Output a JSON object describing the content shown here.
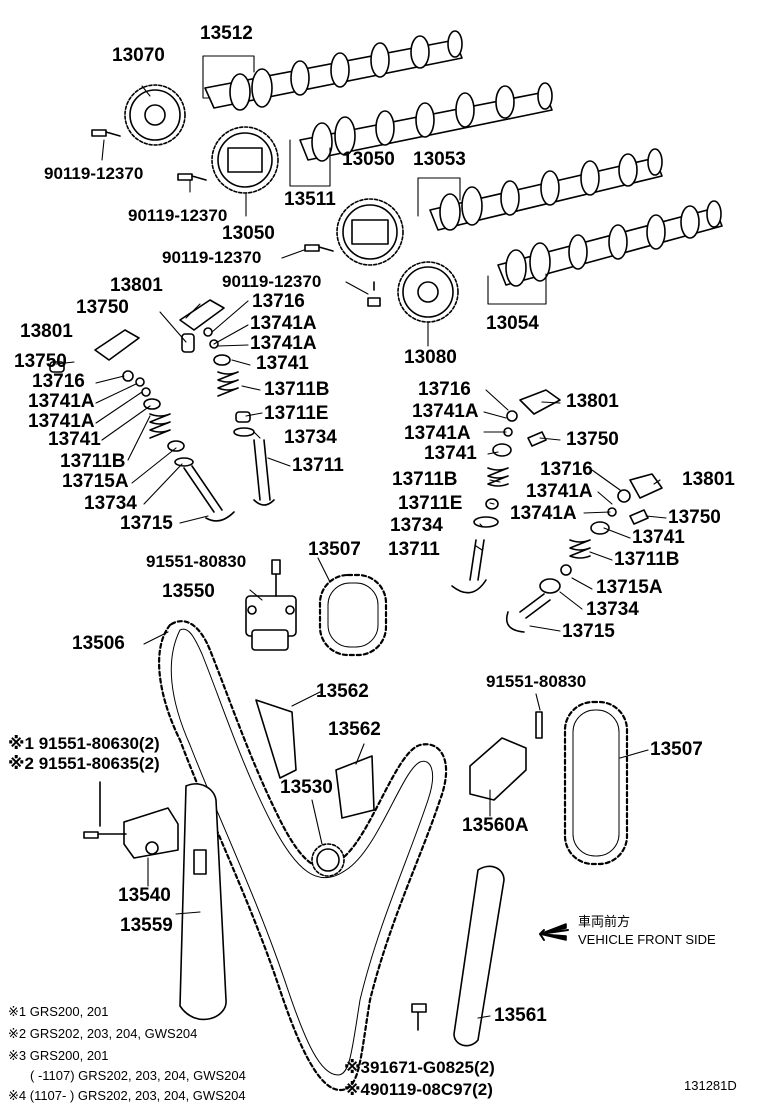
{
  "labels": {
    "p13070": "13070",
    "p13512": "13512",
    "p90119_a": "90119-12370",
    "p90119_b": "90119-12370",
    "p13511": "13511",
    "p13050_a": "13050",
    "p13053": "13053",
    "p13050_b": "13050",
    "p90119_c": "90119-12370",
    "p90119_d": "90119-12370",
    "p13054": "13054",
    "p13080": "13080",
    "p13801_a": "13801",
    "p13716_a": "13716",
    "p13750_a": "13750",
    "p13741A_a": "13741A",
    "p13801_b": "13801",
    "p13741A_b": "13741A",
    "p13741_a": "13741",
    "p13750_b": "13750",
    "p13716_b": "13716",
    "p13711B_a": "13711B",
    "p13741A_c": "13741A",
    "p13741A_d": "13741A",
    "p13711E_a": "13711E",
    "p13741_b": "13741",
    "p13734_a": "13734",
    "p13711B_b": "13711B",
    "p13711_a": "13711",
    "p13715A_a": "13715A",
    "p13734_b": "13734",
    "p13715_a": "13715",
    "p13716_c": "13716",
    "p13801_c": "13801",
    "p13741A_e": "13741A",
    "p13741A_f": "13741A",
    "p13750_c": "13750",
    "p13741_c": "13741",
    "p13711B_c": "13711B",
    "p13716_d": "13716",
    "p13801_d": "13801",
    "p13711E_b": "13711E",
    "p13741A_g": "13741A",
    "p13734_c": "13734",
    "p13741A_h": "13741A",
    "p13750_d": "13750",
    "p13741_d": "13741",
    "p13711_b": "13711",
    "p13711B_d": "13711B",
    "p13715A_b": "13715A",
    "p13734_d": "13734",
    "p13715_b": "13715",
    "p91551_a": "91551-80830",
    "p13507_a": "13507",
    "p13550": "13550",
    "p13506": "13506",
    "p13562_a": "13562",
    "p13562_b": "13562",
    "p91551_b": "91551-80830",
    "p13507_b": "13507",
    "p13530": "13530",
    "p13560A": "13560A",
    "p13540": "13540",
    "p13559": "13559",
    "p13561": "13561"
  },
  "callouts": {
    "bolt1": "※1 91551-80630(2)",
    "bolt2": "※2 91551-80635(2)",
    "bolt3": "※391671-G0825(2)",
    "bolt4": "※490119-08C97(2)"
  },
  "notes": {
    "n1": "※1  GRS200, 201",
    "n2": "※2  GRS202, 203, 204, GWS204",
    "n3a": "※3  GRS200, 201",
    "n3b": "(      -1107) GRS202, 203, 204, GWS204",
    "n4": "※4  (1107-     ) GRS202, 203, 204, GWS204"
  },
  "direction": {
    "jp": "車両前方",
    "en": "VEHICLE FRONT SIDE"
  },
  "diagram_id": "131281D"
}
